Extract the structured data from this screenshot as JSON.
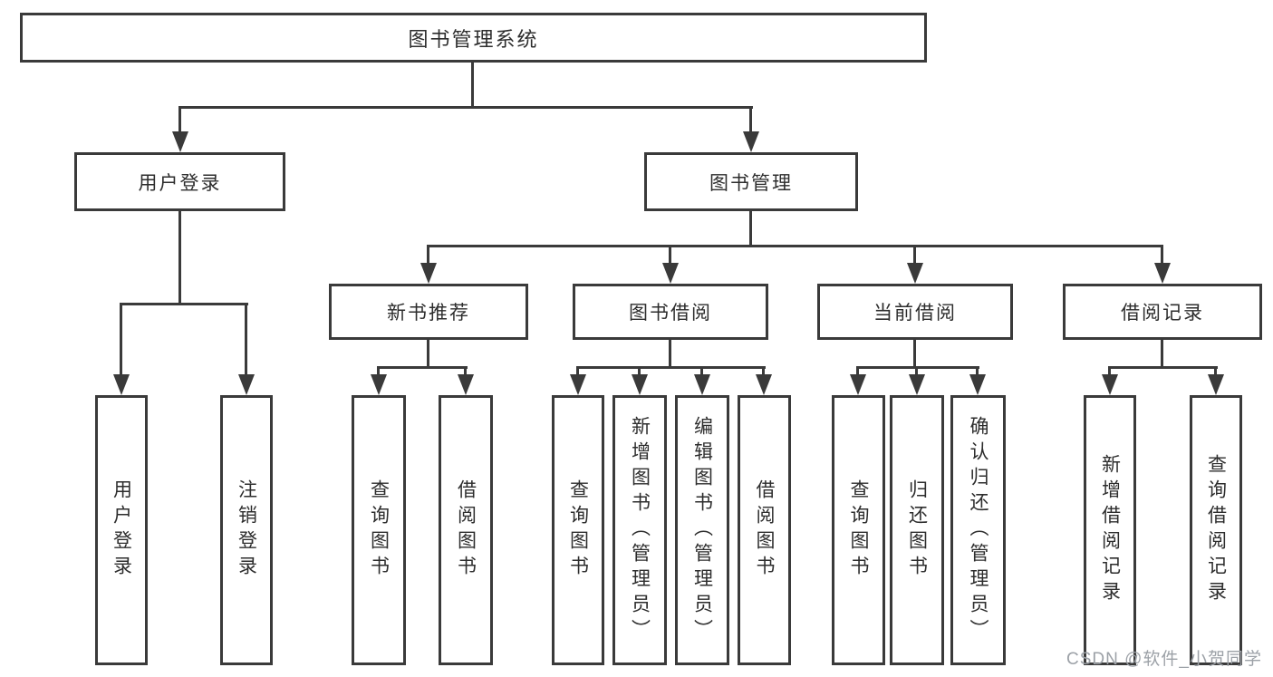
{
  "colors": {
    "line": "#3a3a3a",
    "text": "#2d2d2d",
    "watermark": "#9ca1a7",
    "background": "#ffffff"
  },
  "tree": {
    "root": "图书管理系统",
    "children": [
      {
        "label": "用户登录",
        "children": [
          {
            "label": "用户登录"
          },
          {
            "label": "注销登录"
          }
        ]
      },
      {
        "label": "图书管理",
        "children": [
          {
            "label": "新书推荐",
            "children": [
              {
                "label": "查询图书"
              },
              {
                "label": "借阅图书"
              }
            ]
          },
          {
            "label": "图书借阅",
            "children": [
              {
                "label": "查询图书"
              },
              {
                "label": "新增图书（管理员）"
              },
              {
                "label": "编辑图书（管理员）"
              },
              {
                "label": "借阅图书"
              }
            ]
          },
          {
            "label": "当前借阅",
            "children": [
              {
                "label": "查询图书"
              },
              {
                "label": "归还图书"
              },
              {
                "label": "确认归还（管理员）"
              }
            ]
          },
          {
            "label": "借阅记录",
            "children": [
              {
                "label": "新增借阅记录"
              },
              {
                "label": "查询借阅记录"
              }
            ]
          }
        ]
      }
    ]
  },
  "watermark": {
    "text": "CSDN @软件_小贺同学"
  }
}
